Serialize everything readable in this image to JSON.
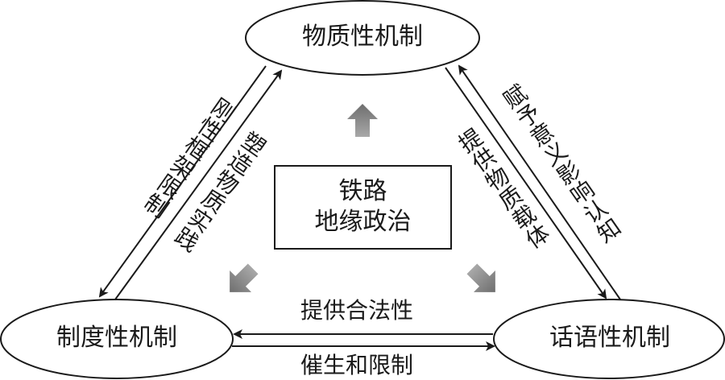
{
  "nodes": {
    "top": "物质性机制",
    "bottom_left": "制度性机制",
    "bottom_right": "话语性机制"
  },
  "center": {
    "line1": "铁路",
    "line2": "地缘政治"
  },
  "edges": {
    "left_outer": "刚性框架限制",
    "left_inner": "塑造物质实践",
    "right_inner": "提供物质载体",
    "right_outer": "赋予意义影响认知",
    "bottom_top": "提供合法性",
    "bottom_bottom": "催生和限制"
  },
  "colors": {
    "stroke": "#1a1a1a",
    "gray_arrow": "#8a8a8a"
  }
}
